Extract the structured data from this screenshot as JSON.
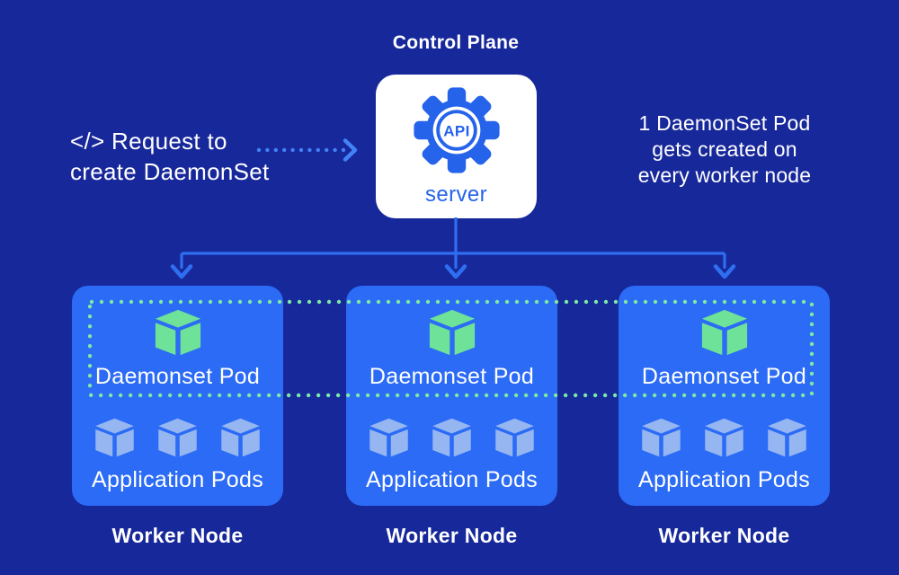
{
  "control_plane": {
    "title": "Control Plane",
    "api_server": {
      "badge": "API",
      "label": "server"
    }
  },
  "request_note": {
    "line1": "</> Request to",
    "line2": "create DaemonSet"
  },
  "result_note": {
    "lines": [
      "1 DaemonSet Pod",
      "gets created on",
      "every worker node"
    ]
  },
  "worker_nodes": [
    {
      "daemonset_pod_label": "Daemonset Pod",
      "application_pods_label": "Application Pods",
      "node_label": "Worker Node"
    },
    {
      "daemonset_pod_label": "Daemonset Pod",
      "application_pods_label": "Application Pods",
      "node_label": "Worker Node"
    },
    {
      "daemonset_pod_label": "Daemonset Pod",
      "application_pods_label": "Application Pods",
      "node_label": "Worker Node"
    }
  ],
  "colors": {
    "background": "#17289B",
    "node_box_blue": "#2B6BF5",
    "api_accent_blue": "#2563EB",
    "connector_blue": "#2F6EF0",
    "request_arrow_blue": "#4382F7",
    "daemonset_green": "#6EE298",
    "dotted_outline_green": "#7CE9A5",
    "application_cube_blue": "#95B6F1",
    "text_white": "#FFFFFF"
  }
}
